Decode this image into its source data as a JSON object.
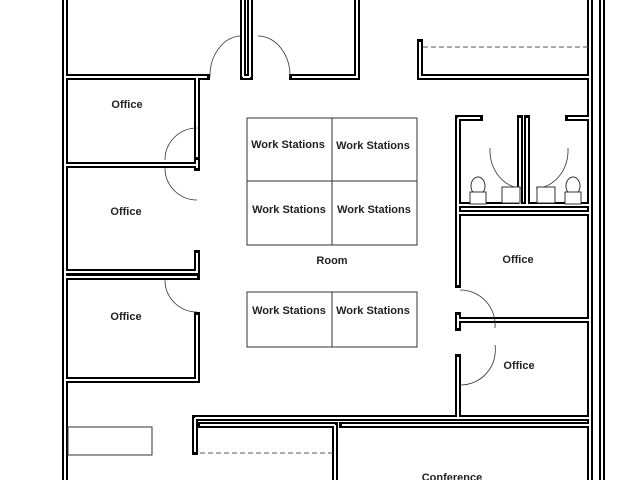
{
  "labels": {
    "office_left_1": "Office",
    "office_left_2": "Office",
    "office_left_3": "Office",
    "office_right_1": "Office",
    "office_right_2": "Office",
    "workstation_1": "Work Stations",
    "workstation_2": "Work Stations",
    "workstation_3": "Work Stations",
    "workstation_4": "Work Stations",
    "workstation_5": "Work Stations",
    "workstation_6": "Work Stations",
    "room": "Room",
    "conference": "Conference"
  }
}
